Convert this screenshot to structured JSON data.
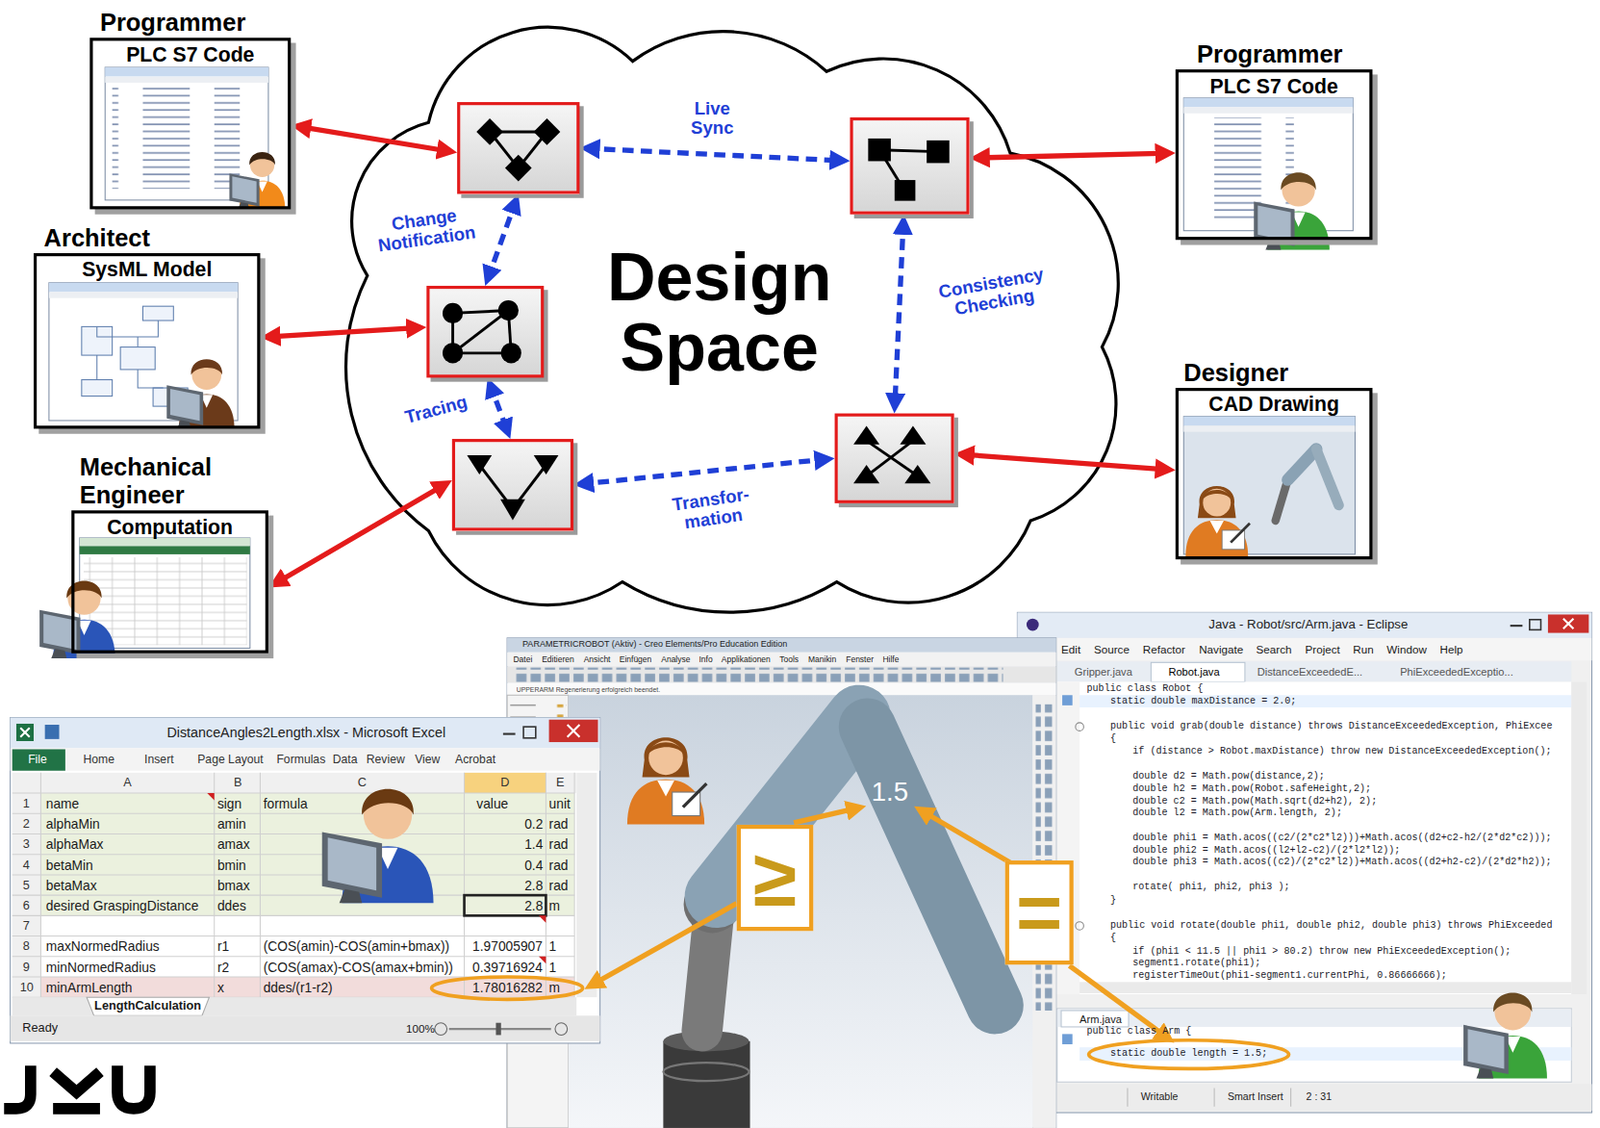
{
  "diagram": {
    "nodes": [
      {
        "text": [
          "Programmer",
          "PLC S7 Code"
        ]
      },
      {
        "text": [
          "Programmer",
          "PLC S7 Code"
        ]
      },
      {
        "text": [
          "Architect",
          "SysML Model"
        ]
      },
      {
        "text": [
          "Designer",
          "CAD Drawing"
        ]
      },
      {
        "text": [
          "Mechanical Engineer",
          "Computation"
        ]
      },
      {
        "text": [
          "Design Space"
        ]
      },
      {
        "text": [],
        "in": 5
      },
      {
        "text": [],
        "in": 5
      },
      {
        "text": [],
        "in": 5
      },
      {
        "text": [],
        "in": 5
      },
      {
        "text": [],
        "in": 5
      },
      {
        "text": [
          "≥"
        ]
      },
      {
        "text": [
          "="
        ]
      }
    ],
    "edges": [
      {
        "from": 0,
        "to": 6,
        "arrow": "both"
      },
      {
        "from": 1,
        "to": 7,
        "arrow": "both"
      },
      {
        "from": 2,
        "to": 8,
        "arrow": "both"
      },
      {
        "from": 3,
        "to": 10,
        "arrow": "both"
      },
      {
        "from": 4,
        "to": 9,
        "arrow": "both"
      },
      {
        "from": 6,
        "to": 7,
        "label": "Live Sync",
        "arrow": "both"
      },
      {
        "from": 6,
        "to": 8,
        "label": "Change Notification",
        "arrow": "both"
      },
      {
        "from": 8,
        "to": 9,
        "label": "Tracing",
        "arrow": "both"
      },
      {
        "from": 9,
        "to": 10,
        "label": "Transfor- mation",
        "arrow": "both"
      },
      {
        "from": 7,
        "to": 10,
        "label": "Consistency Checking",
        "arrow": "both"
      }
    ],
    "labels": [
      "DistanceAngles2Length.xlsx - Microsoft Excel",
      "File",
      "Home",
      "Insert",
      "Page Layout",
      "Formulas",
      "Data",
      "Review",
      "View",
      "Acrobat",
      "A",
      "B",
      "C",
      "D",
      "E",
      "1",
      "2",
      "3",
      "4",
      "5",
      "6",
      "7",
      "8",
      "9",
      "10",
      "name",
      "sign",
      "formula",
      "value",
      "unit",
      "alphaMin",
      "amin",
      "0.2",
      "rad",
      "alphaMax",
      "amax",
      "1.4",
      "rad",
      "betaMin",
      "bmin",
      "0.4",
      "rad",
      "betaMax",
      "bmax",
      "2.8",
      "rad",
      "desired GraspingDistance",
      "ddes",
      "2.8",
      "m",
      "maxNormedRadius",
      "r1",
      "(COS(amin)-COS(amin+bmax))",
      "1.97005907",
      "1",
      "minNormedRadius",
      "r2",
      "(COS(amax)-COS(amax+bmin))",
      "0.39716924",
      "1",
      "minArmLength",
      "x",
      "ddes/(r1-r2)",
      "1.78016282",
      "m",
      "LengthCalculation",
      "Ready",
      "100%",
      "PARAMETRICROBOT (Aktiv) - Creo Elements/Pro Education Edition",
      "Datei",
      "Editieren",
      "Ansicht",
      "Einfügen",
      "Analyse",
      "Info",
      "Applikationen",
      "Tools",
      "Manikin",
      "Fenster",
      "Hilfe",
      "UPPERARM Regenerierung erfolgreich beendet.",
      "1.5",
      "Java - Robot/src/Arm.java - Eclipse",
      "Edit",
      "Source",
      "Refactor",
      "Navigate",
      "Search",
      "Project",
      "Run",
      "Window",
      "Help",
      "Gripper.java",
      "Robot.java",
      "DistanceExceededE...",
      "PhiExceededExceptio...",
      "public class Robot {",
      "static double maxDistance = 2.0;",
      "public void grab(double distance) throws DistanceExceededException, PhiExcee",
      "{",
      "if (distance > Robot.maxDistance) throw new DistanceExceededException();",
      "double d2 = Math.pow(distance,2);",
      "double h2 = Math.pow(Robot.safeHeight,2);",
      "double c2 = Math.pow(Math.sqrt(d2+h2), 2);",
      "double l2 = Math.pow(Arm.length, 2);",
      "double phi1 = Math.acos((c2/(2*c2*l2)))+Math.acos((d2+c2-h2/(2*d2*c2)));",
      "double phi2 = Math.acos((l2+l2-c2)/(2*l2*l2));",
      "double phi3 = Math.acos((c2)/(2*c2*l2))+Math.acos((d2+h2-c2)/(2*d2*h2));",
      "rotate( phi1, phi2, phi3 );",
      "}",
      "public void rotate(double phi1, double phi2, double phi3) throws PhiExceeded",
      "{",
      "if (phi1 < 11.5 || phi1 > 80.2)  throw new PhiExceededException();",
      "segment1.rotate(phi1);",
      "registerTimeOut(phi1-segment1.currentPhi, 0.86666666);",
      "Arm.java",
      "public class Arm {",
      "static double length = 1.5;",
      "Writable",
      "Smart Insert",
      "2 : 31"
    ]
  }
}
